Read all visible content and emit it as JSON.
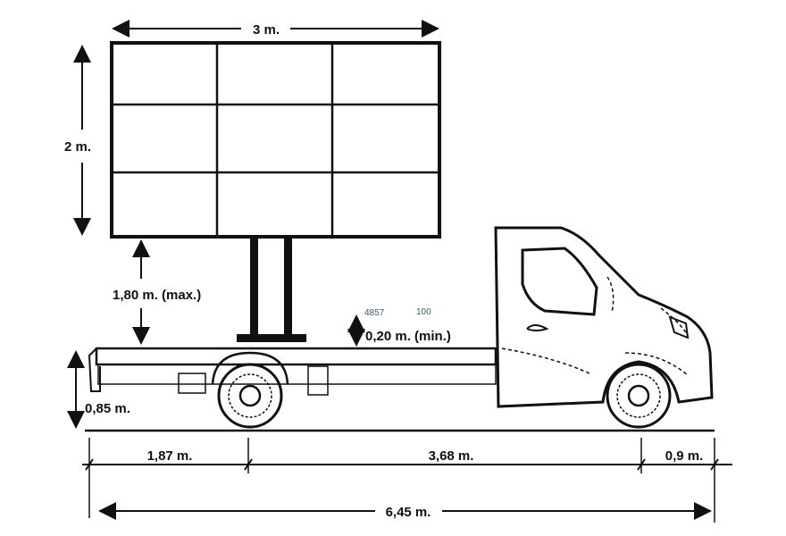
{
  "dimensions": {
    "screen_width": "3 m.",
    "screen_height": "2 m.",
    "screen_elevation": "1,80 m. (max.)",
    "clearance": "0,20 m. (min.)",
    "chassis_height": "0,85 m.",
    "rear_overhang": "1,87 m.",
    "wheelbase": "3,68 m.",
    "front_overhang": "0,9 m.",
    "total_length": "6,45 m."
  },
  "stray_numbers": {
    "a": "4857",
    "b": "100"
  },
  "colors": {
    "ink": "#111111",
    "stray_text": "#3a5a6a"
  }
}
